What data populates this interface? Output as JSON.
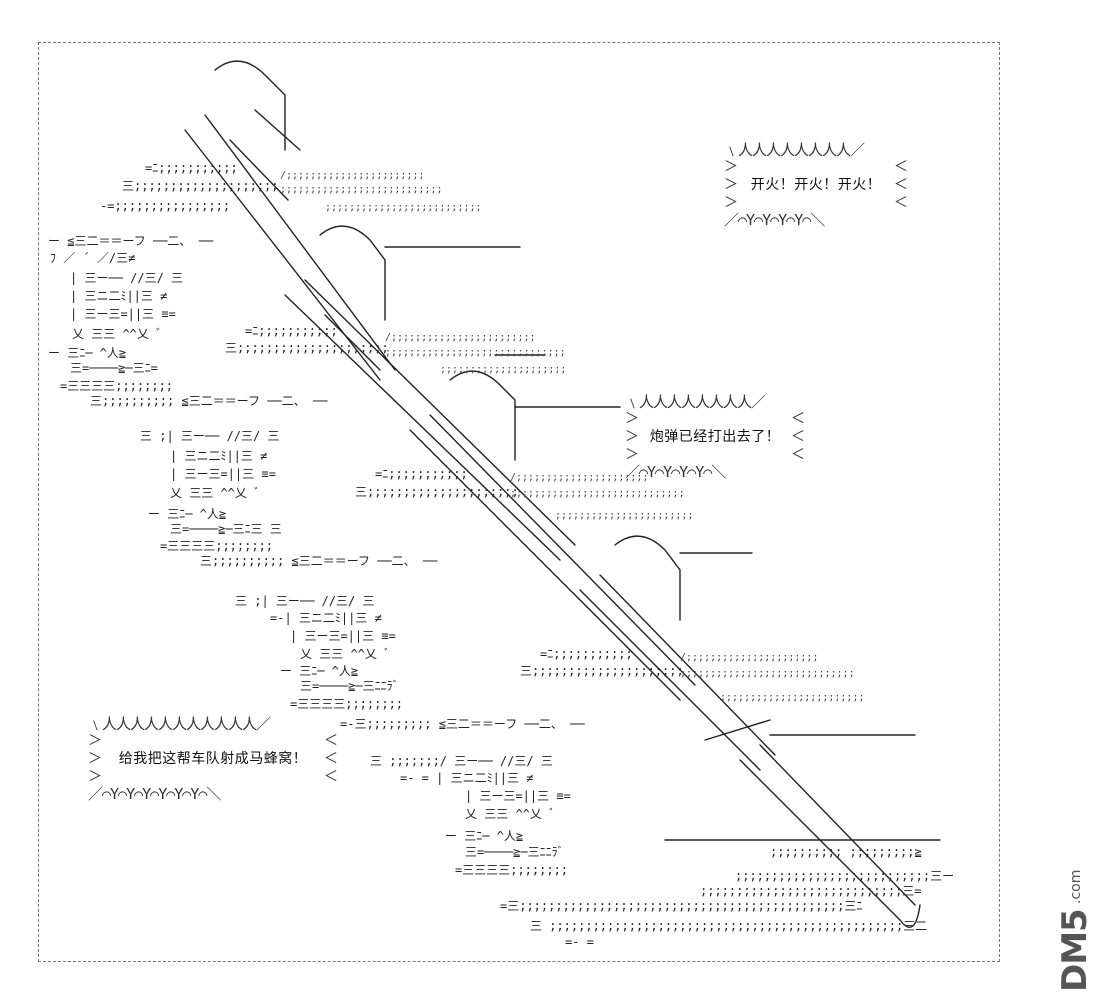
{
  "bubbles": {
    "fire": {
      "text": "开火！开火！开火！"
    },
    "shells": {
      "text": "炮弹已经打出去了！"
    },
    "order": {
      "text": "给我把这帮车队射成马蜂窝！"
    }
  },
  "watermark": {
    "text": "DM5.com"
  },
  "colors": {
    "ink": "#111111",
    "border": "#777777",
    "watermark": "#555555"
  }
}
